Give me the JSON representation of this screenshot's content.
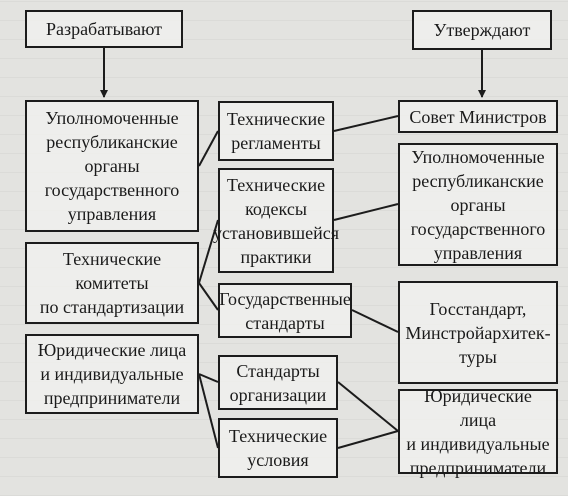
{
  "header": {
    "develop_label": "Разрабатывают",
    "approve_label": "Утверждают"
  },
  "left_column": [
    {
      "lines": [
        "Уполномоченные",
        "республиканские",
        "органы",
        "государственного",
        "управления"
      ]
    },
    {
      "lines": [
        "Технические",
        "комитеты",
        "по стандартизации"
      ]
    },
    {
      "lines": [
        "Юридические лица",
        "и индивидуальные",
        "предприниматели"
      ]
    }
  ],
  "middle_column": [
    {
      "lines": [
        "Технические",
        "регламенты"
      ]
    },
    {
      "lines": [
        "Технические",
        "кодексы",
        "установившейся",
        "практики"
      ]
    },
    {
      "lines": [
        "Государственные",
        "стандарты"
      ]
    },
    {
      "lines": [
        "Стандарты",
        "организации"
      ]
    },
    {
      "lines": [
        "Технические",
        "условия"
      ]
    }
  ],
  "right_column": [
    {
      "lines": [
        "Совет Министров"
      ]
    },
    {
      "lines": [
        "Уполномоченные",
        "республиканские",
        "органы",
        "государственного",
        "управления"
      ]
    },
    {
      "lines": [
        "Госстандарт,",
        "Минстройархитек-",
        "туры"
      ]
    },
    {
      "lines": [
        "Юридические лица",
        "и индивидуальные",
        "предприниматели"
      ]
    }
  ]
}
